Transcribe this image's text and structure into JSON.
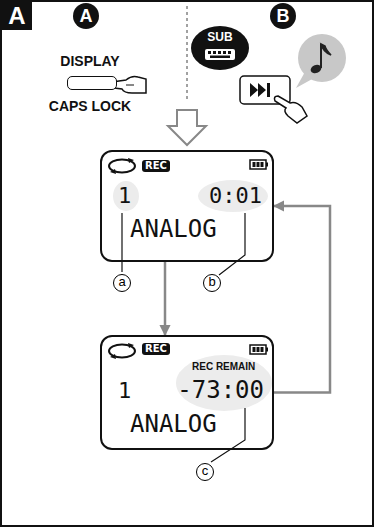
{
  "diagram": {
    "nodes": [
      {
        "text": [
          "A"
        ]
      },
      {
        "text": [
          "A"
        ],
        "in": 0
      },
      {
        "text": [
          "B"
        ],
        "in": 0
      },
      {
        "text": [
          "DISPLAY",
          "CAPS LOCK"
        ],
        "in": 0
      },
      {
        "text": [
          "SUB"
        ],
        "in": 0
      },
      {
        "text": [
          "REC",
          "1",
          "0:01",
          "ANALOG"
        ],
        "in": 0
      },
      {
        "text": [
          "REC",
          "REC REMAIN",
          "1",
          "-73:00",
          "ANALOG"
        ],
        "in": 0
      }
    ],
    "edges": [
      {
        "from": 5,
        "to": 6,
        "arrow": "to"
      },
      {
        "from": 6,
        "to": 5,
        "arrow": "to"
      }
    ],
    "labels": [
      "a",
      "b",
      "c"
    ]
  }
}
